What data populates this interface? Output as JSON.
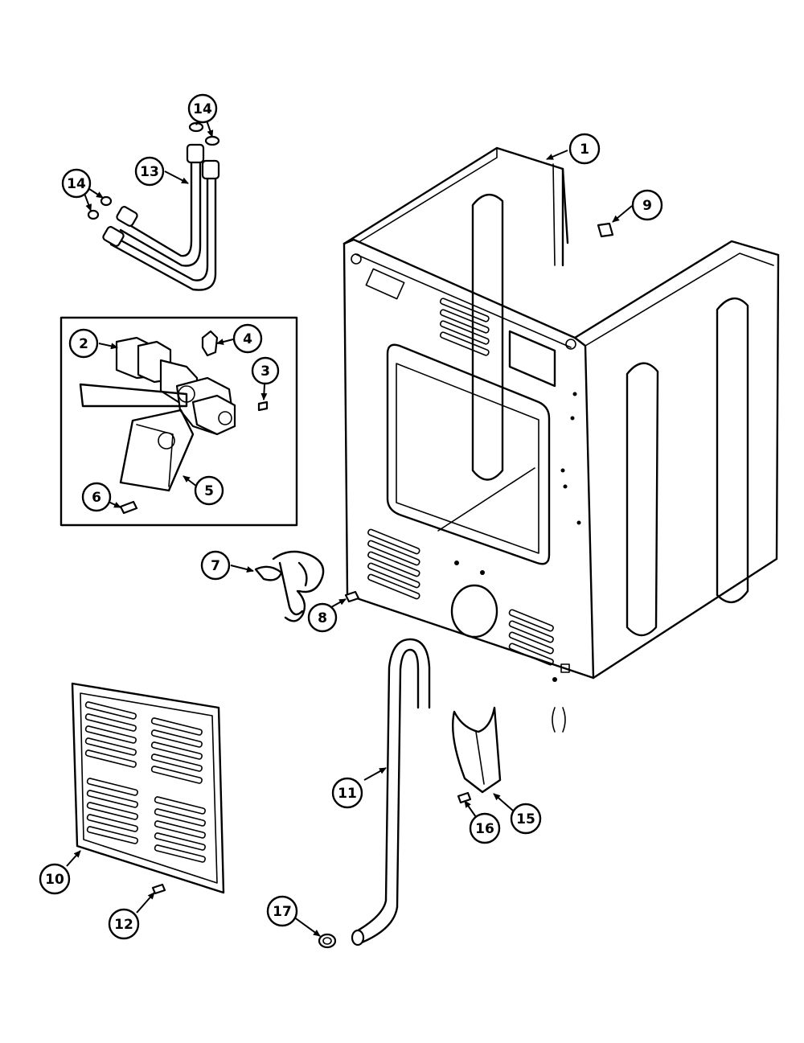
{
  "callouts": {
    "c1": "1",
    "c2": "2",
    "c3": "3",
    "c4": "4",
    "c5": "5",
    "c6": "6",
    "c7": "7",
    "c8": "8",
    "c9": "9",
    "c10": "10",
    "c11": "11",
    "c12": "12",
    "c13": "13",
    "c14a": "14",
    "c14b": "14",
    "c15": "15",
    "c16": "16",
    "c17": "17"
  },
  "colors": {
    "ink": "#000000",
    "paper": "#ffffff"
  }
}
